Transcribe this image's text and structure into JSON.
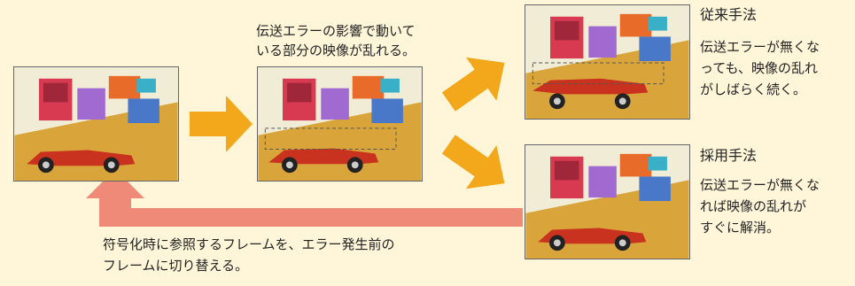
{
  "captions": {
    "middle_line1": "伝送エラーの影響で動いて",
    "middle_line2": "いる部分の映像が乱れる。",
    "bottom_line1": "符号化時に参照するフレームを、エラー発生前の",
    "bottom_line2": "フレームに切り替える。"
  },
  "conventional": {
    "heading": "従来手法",
    "line1": "伝送エラーが無くな",
    "line2": "っても、映像の乱れ",
    "line3": "がしばらく続く。"
  },
  "adopted": {
    "heading": "採用手法",
    "line1": "伝送エラーが無くな",
    "line2": "れば映像の乱れが",
    "line3": "すぐに解消。"
  },
  "colors": {
    "background": "#fff6d9",
    "forward_arrow": "#f2a81a",
    "feedback_arrow": "#f08a78"
  },
  "icons": [
    "right-arrow-icon",
    "up-right-arrow-icon",
    "down-right-arrow-icon",
    "feedback-arrow-icon"
  ]
}
